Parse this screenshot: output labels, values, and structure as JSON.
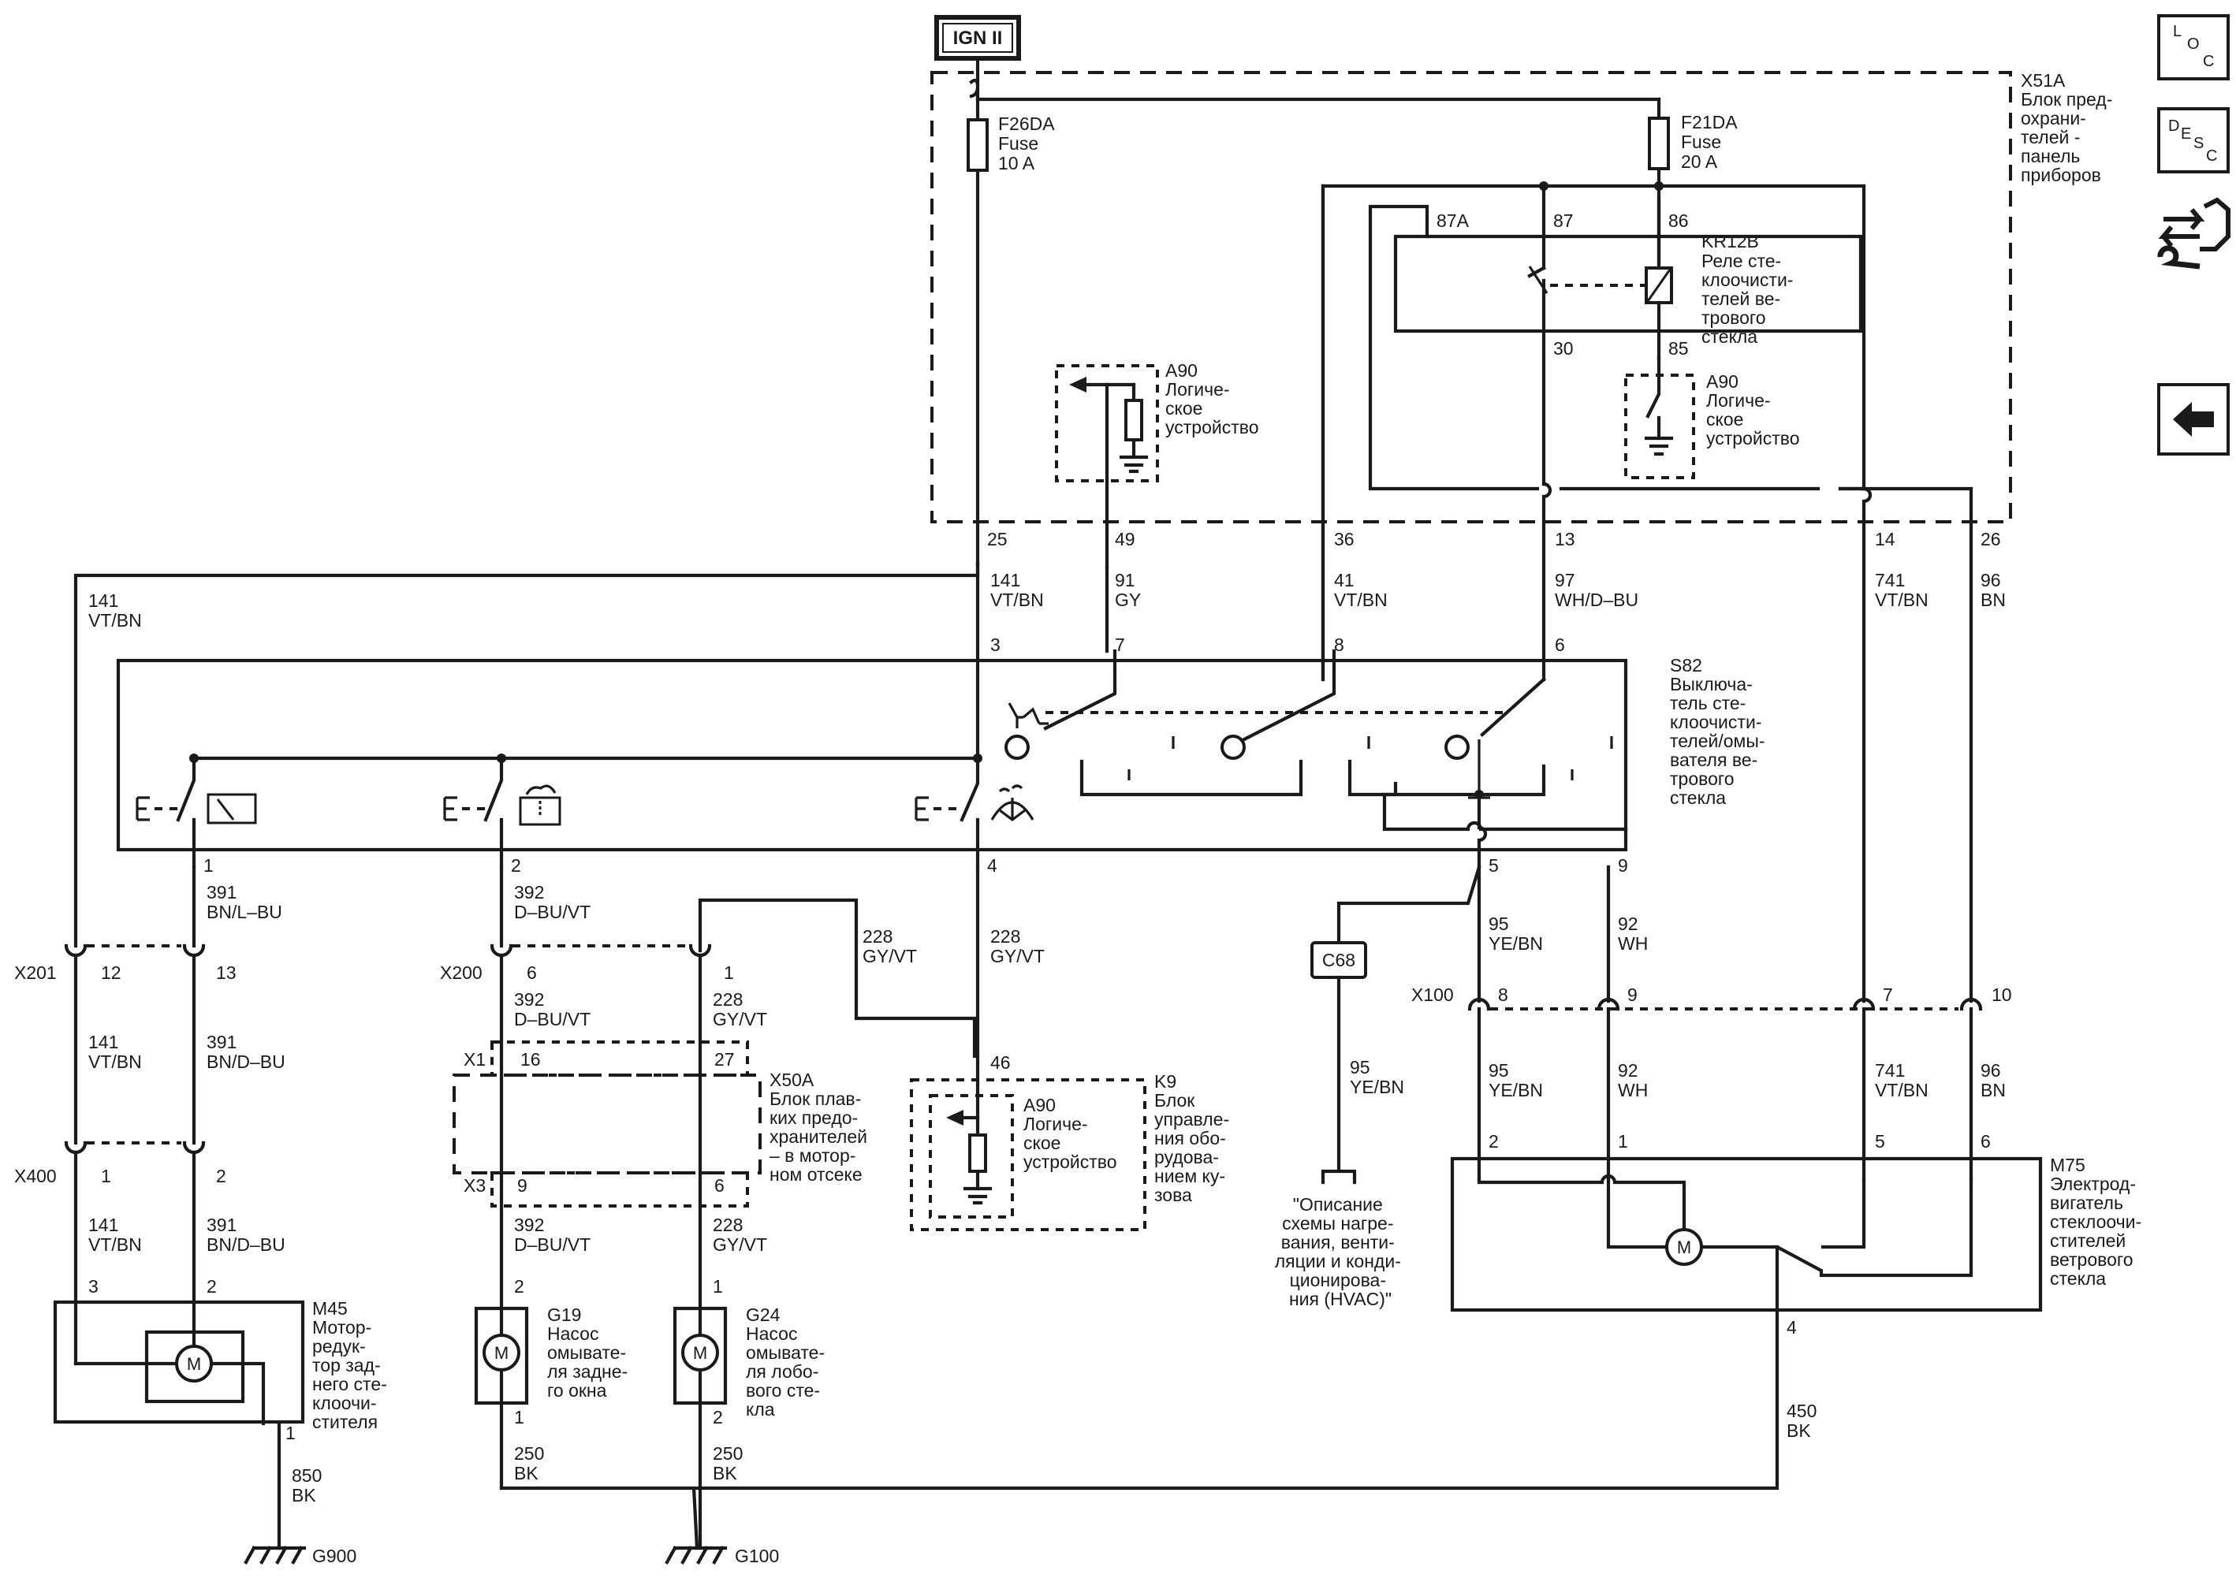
{
  "power": {
    "ign": "IGN II"
  },
  "fuse_block": {
    "id": "X51A",
    "desc": [
      "Блок пред-",
      "охрани-",
      "телей -",
      "панель",
      "приборов"
    ],
    "fuse1": {
      "id": "F26DA",
      "type": "Fuse",
      "rating": "10 A"
    },
    "fuse2": {
      "id": "F21DA",
      "type": "Fuse",
      "rating": "20 A"
    },
    "relay": {
      "id": "KR12B",
      "desc": [
        "Реле сте-",
        "клоочисти-",
        "телей ве-",
        "трового",
        "стекла"
      ],
      "pins": [
        "87A",
        "87",
        "86",
        "30",
        "85"
      ]
    },
    "logic1": {
      "id": "A90",
      "desc": [
        "Логиче-",
        "ское",
        "устройство"
      ]
    },
    "logic2": {
      "id": "A90",
      "desc": [
        "Логиче-",
        "ское",
        "устройство"
      ]
    },
    "pins": [
      "25",
      "49",
      "36",
      "13",
      "14",
      "26"
    ]
  },
  "wires_top": [
    {
      "num": "141",
      "color": "VT/BN"
    },
    {
      "num": "141",
      "color": "VT/BN"
    },
    {
      "num": "91",
      "color": "GY"
    },
    {
      "num": "41",
      "color": "VT/BN"
    },
    {
      "num": "97",
      "color": "WH/D–BU"
    },
    {
      "num": "741",
      "color": "VT/BN"
    },
    {
      "num": "96",
      "color": "BN"
    }
  ],
  "switch": {
    "id": "S82",
    "desc": [
      "Выключа-",
      "тель сте-",
      "клоочисти-",
      "телей/омы-",
      "вателя ве-",
      "трового",
      "стекла"
    ],
    "pins_top": [
      "3",
      "7",
      "8",
      "6"
    ],
    "pins_bottom": [
      "1",
      "2",
      "4",
      "5",
      "9"
    ]
  },
  "wires_mid": [
    {
      "num": "391",
      "color": "BN/L–BU"
    },
    {
      "num": "392",
      "color": "D–BU/VT"
    },
    {
      "num": "228",
      "color": "GY/VT"
    },
    {
      "num": "228",
      "color": "GY/VT"
    },
    {
      "num": "95",
      "color": "YE/BN"
    },
    {
      "num": "92",
      "color": "WH"
    }
  ],
  "connectors": {
    "x201": {
      "id": "X201",
      "pins": [
        "12",
        "13"
      ]
    },
    "x200": {
      "id": "X200",
      "pins": [
        "6",
        "1"
      ]
    },
    "x100": {
      "id": "X100",
      "pins": [
        "8",
        "9",
        "7",
        "10"
      ]
    },
    "x400": {
      "id": "X400",
      "pins": [
        "1",
        "2"
      ]
    },
    "x1": {
      "id": "X1",
      "pins": [
        "16",
        "27"
      ]
    },
    "x3": {
      "id": "X3",
      "pins": [
        "9",
        "6"
      ]
    }
  },
  "wires_lower": [
    {
      "num": "141",
      "color": "VT/BN"
    },
    {
      "num": "391",
      "color": "BN/D–BU"
    },
    {
      "num": "392",
      "color": "D–BU/VT"
    },
    {
      "num": "228",
      "color": "GY/VT"
    },
    {
      "num": "95",
      "color": "YE/BN"
    },
    {
      "num": "92",
      "color": "WH"
    },
    {
      "num": "741",
      "color": "VT/BN"
    },
    {
      "num": "96",
      "color": "BN"
    },
    {
      "num": "141",
      "color": "VT/BN"
    },
    {
      "num": "391",
      "color": "BN/D–BU"
    },
    {
      "num": "392",
      "color": "D–BU/VT"
    },
    {
      "num": "228",
      "color": "GY/VT"
    }
  ],
  "x50a": {
    "id": "X50A",
    "desc": [
      "Блок плав-",
      "ких предо-",
      "хранителей",
      "– в мотор-",
      "ном отсеке"
    ]
  },
  "k9": {
    "id": "K9",
    "pin": "46",
    "desc": [
      "Блок",
      "управле-",
      "ния обо-",
      "рудова-",
      "нием ку-",
      "зова"
    ],
    "logic_id": "A90",
    "logic_desc": [
      "Логиче-",
      "ское",
      "устройство"
    ]
  },
  "c68": {
    "id": "C68",
    "wire_num": "95",
    "wire_color": "YE/BN",
    "note": [
      "\"Описание",
      "схемы нагре-",
      "вания, венти-",
      "ляции и конди-",
      "ционирова-",
      "ния (HVAC)\""
    ]
  },
  "m45": {
    "id": "M45",
    "pins": [
      "3",
      "2",
      "1"
    ],
    "symbol": "M",
    "desc": [
      "Мотор-",
      "редук-",
      "тор зад-",
      "него сте-",
      "клоочи-",
      "стителя"
    ]
  },
  "g19": {
    "id": "G19",
    "pins": [
      "2",
      "1"
    ],
    "symbol": "M",
    "desc": [
      "Насос",
      "омывате-",
      "ля задне-",
      "го окна"
    ]
  },
  "g24": {
    "id": "G24",
    "pins": [
      "1",
      "2"
    ],
    "symbol": "M",
    "desc": [
      "Насос",
      "омывате-",
      "ля лобо-",
      "вого сте-",
      "кла"
    ]
  },
  "m75": {
    "id": "M75",
    "pins": [
      "2",
      "1",
      "5",
      "6",
      "4"
    ],
    "symbol": "M",
    "desc": [
      "Электрод-",
      "вигатель",
      "стеклоочи-",
      "стителей",
      "ветрового",
      "стекла"
    ]
  },
  "grounds": [
    {
      "id": "G900",
      "wire_num": "850",
      "wire_color": "BK"
    },
    {
      "id": "G100",
      "wire_num": "250",
      "wire_color": "BK"
    },
    {
      "wire_num": "250",
      "wire_color": "BK"
    },
    {
      "wire_num": "450",
      "wire_color": "BK"
    }
  ],
  "nav": {
    "loc": [
      "L",
      "O",
      "C"
    ],
    "desc": [
      "D",
      "E",
      "S",
      "C"
    ],
    "connector_icon": "connector-view-icon",
    "back_icon": "back-arrow-icon"
  }
}
